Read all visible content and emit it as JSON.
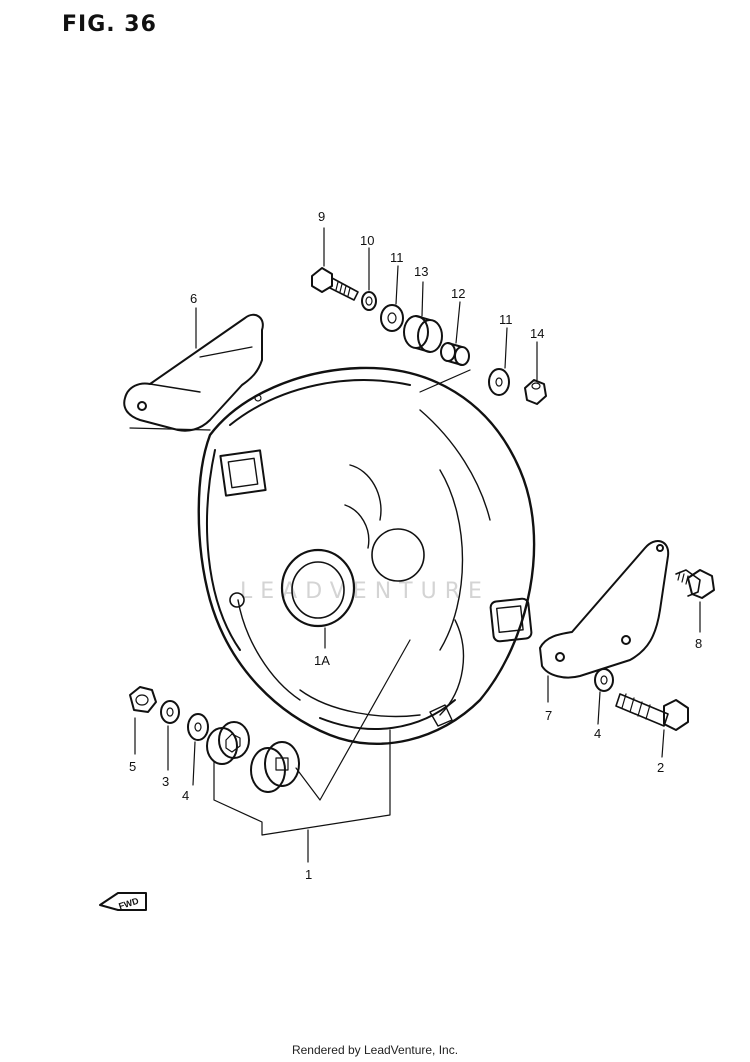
{
  "figure": {
    "title": "FIG. 36"
  },
  "watermark": "LEADVENTURE",
  "callouts": {
    "p9": "9",
    "p10": "10",
    "p11a": "11",
    "p13": "13",
    "p12": "12",
    "p11b": "11",
    "p14": "14",
    "p6": "6",
    "p1a": "1A",
    "p8": "8",
    "p5": "5",
    "p3": "3",
    "p4a": "4",
    "p7": "7",
    "p4b": "4",
    "p2": "2",
    "p1": "1"
  },
  "fwd_label": "FWD",
  "footer": "Rendered by LeadVenture, Inc."
}
